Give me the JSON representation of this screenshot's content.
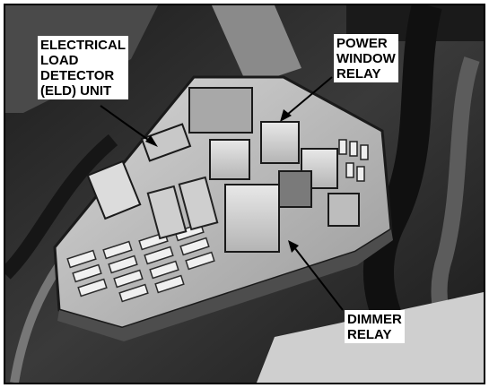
{
  "image": {
    "description_kind": "black-and-white photograph of an automotive under-dash fuse/relay box with callout labels"
  },
  "callouts": {
    "eld": {
      "lines": [
        "ELECTRICAL",
        "LOAD",
        "DETECTOR",
        "(ELD) UNIT"
      ]
    },
    "power_window": {
      "lines": [
        "POWER",
        "WINDOW",
        "RELAY"
      ]
    },
    "dimmer": {
      "lines": [
        "DIMMER",
        "RELAY"
      ]
    }
  },
  "colors": {
    "frame": "#000000",
    "label_text": "#000000",
    "label_background": "#ffffff"
  }
}
